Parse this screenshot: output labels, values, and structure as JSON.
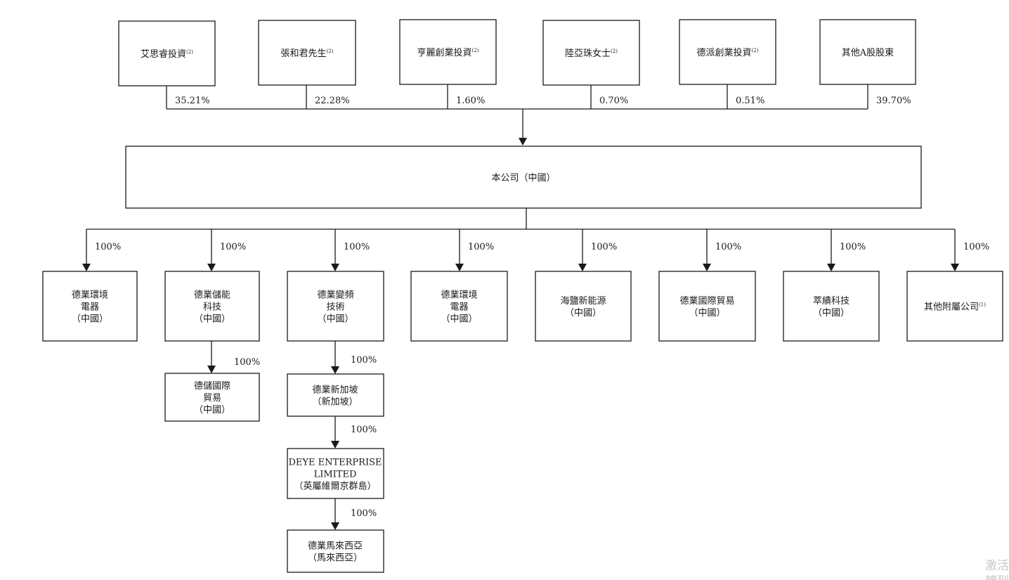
{
  "shareholders": [
    {
      "name": "艾思睿投資",
      "note": "(2)",
      "pct": "35.21%"
    },
    {
      "name": "張和君先生",
      "note": "(2)",
      "pct": "22.28%"
    },
    {
      "name": "亨麗創業投資",
      "note": "(2)",
      "pct": "1.60%"
    },
    {
      "name": "陸亞珠女士",
      "note": "(2)",
      "pct": "0.70%"
    },
    {
      "name": "德派創業投資",
      "note": "(2)",
      "pct": "0.51%"
    },
    {
      "name": "其他A股股東",
      "note": "",
      "pct": "39.70%"
    }
  ],
  "company": {
    "name": "本公司（中國）"
  },
  "subsidiaries": [
    {
      "lines": [
        "德業環境",
        "電器",
        "（中國）"
      ],
      "note": "",
      "pct": "100%"
    },
    {
      "lines": [
        "德業儲能",
        "科技",
        "（中國）"
      ],
      "note": "",
      "pct": "100%"
    },
    {
      "lines": [
        "德業變頻",
        "技術",
        "（中國）"
      ],
      "note": "",
      "pct": "100%"
    },
    {
      "lines": [
        "德業環境",
        "電器",
        "（中國）"
      ],
      "note": "",
      "pct": "100%"
    },
    {
      "lines": [
        "海鹽新能源",
        "（中國）"
      ],
      "note": "",
      "pct": "100%"
    },
    {
      "lines": [
        "德業國際貿易",
        "（中國）"
      ],
      "note": "",
      "pct": "100%"
    },
    {
      "lines": [
        "萃績科技",
        "（中國）"
      ],
      "note": "",
      "pct": "100%"
    },
    {
      "lines": [
        "其他附屬公司"
      ],
      "note": "(1)",
      "pct": "100%"
    }
  ],
  "second_level": [
    {
      "parent": 1,
      "lines": [
        "德儲國際",
        "貿易",
        "（中國）"
      ],
      "pct": "100%"
    }
  ],
  "chain": {
    "parent": 2,
    "items": [
      {
        "lines": [
          "德業新加坡",
          "（新加坡）"
        ],
        "pct": "100%"
      },
      {
        "lines": [
          "DEYE ENTERPRISE",
          "LIMITED",
          "（英屬維爾京群島）"
        ],
        "pct": "100%"
      },
      {
        "lines": [
          "德業馬來西亞",
          "（馬來西亞）"
        ],
        "pct": "100%"
      }
    ]
  },
  "watermark": {
    "lines": [
      "激活",
      "轉到"
    ]
  }
}
